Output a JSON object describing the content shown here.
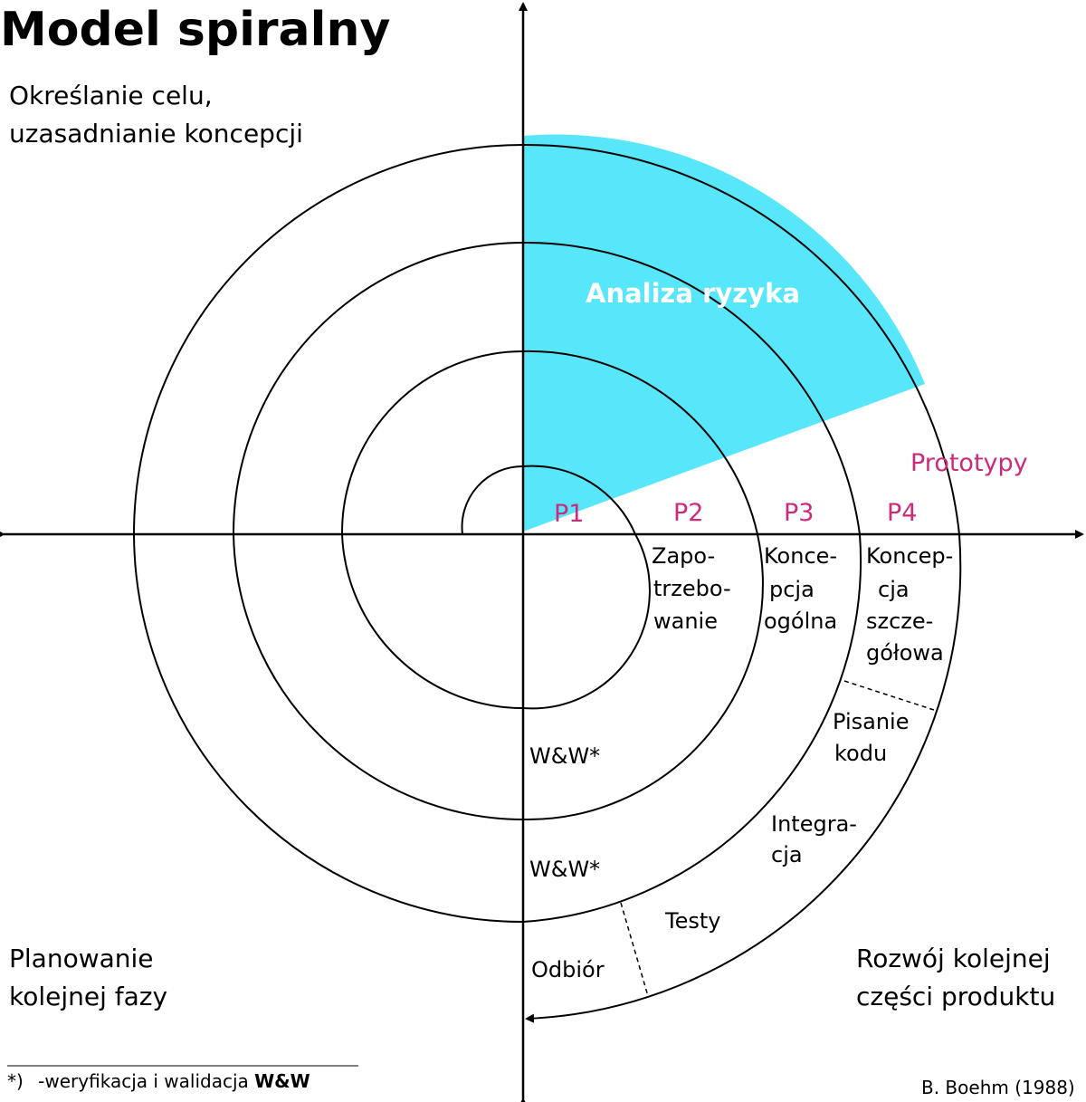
{
  "title": "Model spiralny",
  "quadrants": {
    "top_left": [
      "Określanie celu,",
      "uzasadnianie koncepcji"
    ],
    "bottom_left": [
      "Planowanie",
      "kolejnej fazy"
    ],
    "bottom_right": [
      "Rozwój kolejnej",
      "części produktu"
    ]
  },
  "risk_label": "Analiza ryzyka",
  "prototypes_label": "Prototypy",
  "prototypes": [
    "P1",
    "P2",
    "P3",
    "P4"
  ],
  "phases": {
    "requirements": [
      "Zapo-",
      "trzebo-",
      "wanie"
    ],
    "general_concept": [
      "Konce-",
      "pcja",
      "ogólna"
    ],
    "detailed_concept": [
      "Koncep-",
      "cja",
      "szcze-",
      "gółowa"
    ],
    "coding": [
      "Pisanie",
      "kodu"
    ],
    "integration": [
      "Integra-",
      "cja"
    ],
    "tests": "Testy",
    "acceptance": "Odbiór",
    "vv1": "W&W*",
    "vv2": "W&W*"
  },
  "footnote": {
    "marker": "*)",
    "text": "-weryfikacja i walidacja",
    "bold": "W&W"
  },
  "credit": "B. Boehm (1988)",
  "colors": {
    "risk_fill": "#58e6fa",
    "prototype_text": "#cc2a7a"
  }
}
